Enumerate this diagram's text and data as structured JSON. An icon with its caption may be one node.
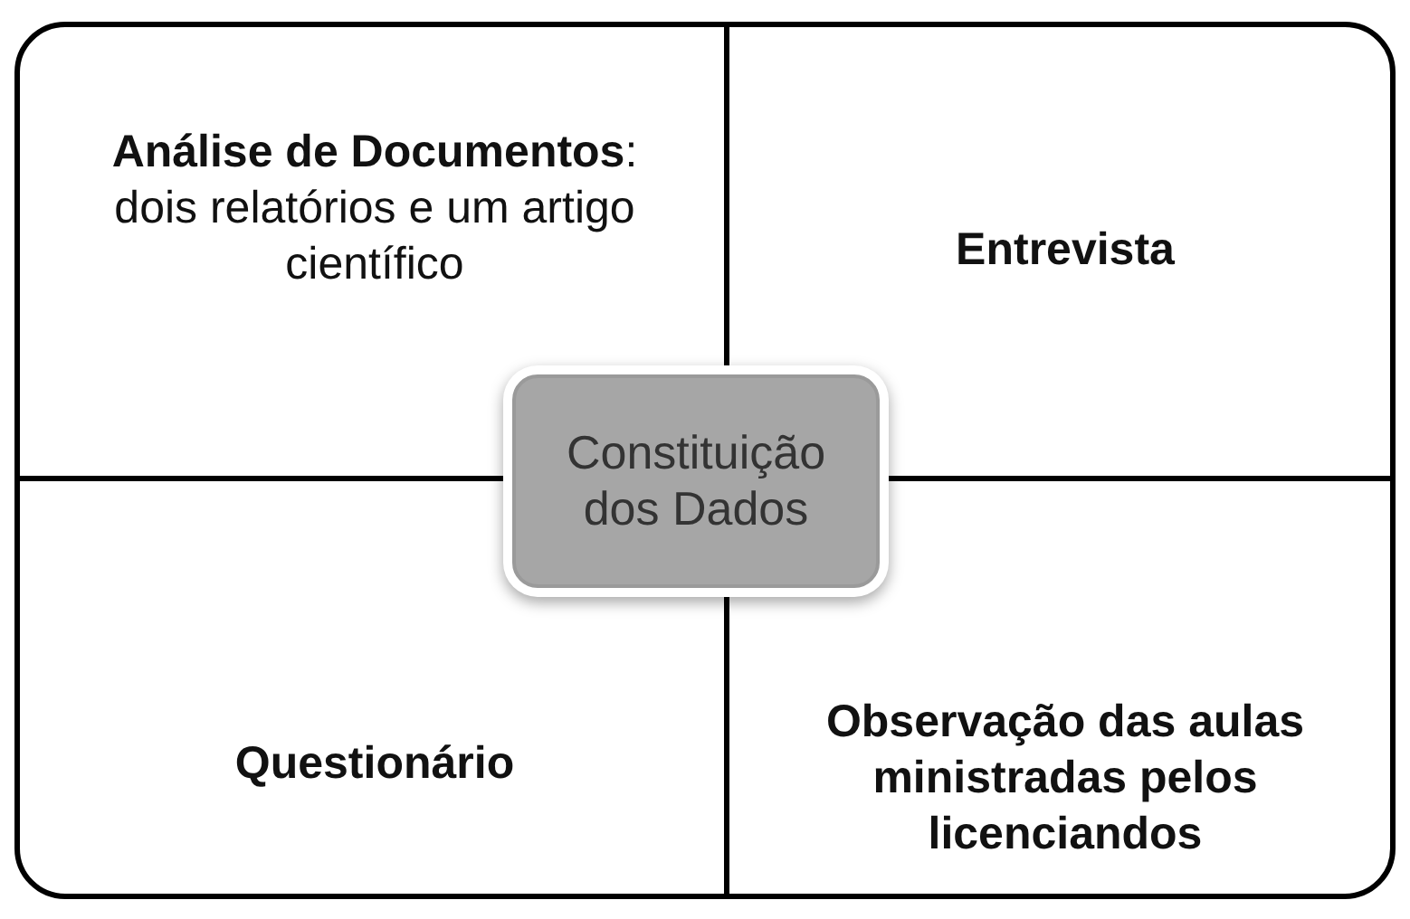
{
  "diagram": {
    "nodes": [
      {
        "text": [],
        "shape": "box"
      },
      {
        "text": [
          "**Análise de Documentos**: dois relatórios e um artigo científico"
        ],
        "in": 0
      },
      {
        "text": [
          "Entrevista"
        ],
        "in": 0
      },
      {
        "text": [
          "Questionário"
        ],
        "in": 0
      },
      {
        "text": [
          "Observação das aulas ministradas pelos licenciandos"
        ],
        "in": 0
      },
      {
        "text": [
          "Constituição dos Dados"
        ],
        "in": 0
      }
    ],
    "edges": []
  }
}
